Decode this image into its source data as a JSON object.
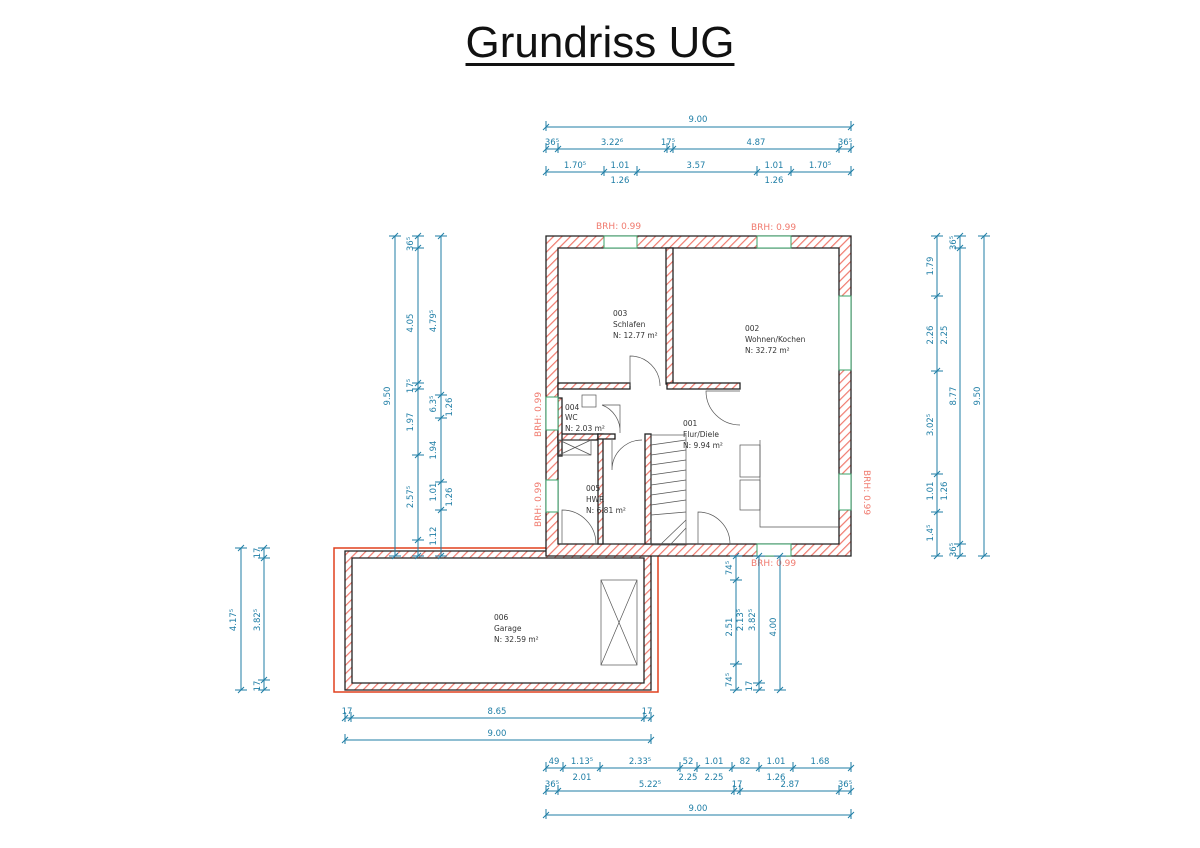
{
  "title": "Grundriss UG",
  "brh": [
    "BRH:  0.99",
    "BRH:  0.99",
    "BRH:  0.99",
    "BRH:  0.99",
    "BRH:  0.99",
    "BRH:  0.99"
  ],
  "rooms": [
    {
      "number": "003",
      "name": "Schlafen",
      "area": "N:  12.77  m²"
    },
    {
      "number": "002",
      "name": "Wohnen/Kochen",
      "area": "N:  32.72  m²"
    },
    {
      "number": "004",
      "name": "WC",
      "area": "N:  2.03  m²"
    },
    {
      "number": "001",
      "name": "Flur/Diele",
      "area": "N:  9.94  m²"
    },
    {
      "number": "005",
      "name": "HWR",
      "area": "N:  6.81  m²"
    },
    {
      "number": "006",
      "name": "Garage",
      "area": "N:  32.59  m²"
    }
  ],
  "dims": {
    "top": {
      "total": "9.00",
      "row2": [
        "36⁵",
        "3.22⁶",
        "17⁵",
        "4.87",
        "36⁵"
      ],
      "row3_above": [
        "1.70⁵",
        "1.01",
        "3.57",
        "1.01",
        "1.70⁵"
      ],
      "row3_below": [
        "1.26",
        "1.26"
      ]
    },
    "bottom": {
      "row1_above": [
        "49",
        "1.13⁵",
        "2.33⁵",
        "52",
        "1.01",
        "82",
        "1.01",
        "1.68"
      ],
      "row1_below": [
        "2.01",
        "2.25",
        "2.25",
        "1.26"
      ],
      "row2": [
        "36⁵",
        "5.22⁵",
        "17",
        "2.87",
        "36⁵"
      ],
      "total": "9.00"
    },
    "garage_bottom": {
      "row1": [
        "17",
        "8.65",
        "17"
      ],
      "total": "9.00"
    },
    "left": {
      "total": "9.50",
      "col2": [
        "36⁵",
        "4.05",
        "17⁵",
        "1.97",
        "2.57⁵"
      ],
      "col3": [
        "4.79⁵",
        "6.3⁵",
        "1.94",
        "1.01",
        "1.12"
      ],
      "col3_side": [
        "1.26",
        "1.26"
      ]
    },
    "right": {
      "col1": [
        "1.79",
        "2.26",
        "3.02⁵",
        "1.01",
        "1.4⁵"
      ],
      "col1_side": [
        "2.25",
        "1.26"
      ],
      "col2": [
        "36⁵",
        "8.77",
        "36⁵"
      ],
      "total": "9.50"
    },
    "garage_left": {
      "total": "4.17⁵",
      "col2": [
        "17",
        "3.82⁵",
        "17"
      ]
    },
    "garage_right": {
      "col1": [
        "74⁵",
        "2.51",
        "74⁵"
      ],
      "col2": [
        "2.13⁵",
        "17"
      ],
      "col3": "3.82⁵",
      "col4": "4.00"
    }
  },
  "colors": {
    "dimension": "#1f7ea6",
    "wall_hatch": "#f07a6e",
    "garage_outline": "#e0401f",
    "window": "#3aa36a"
  }
}
